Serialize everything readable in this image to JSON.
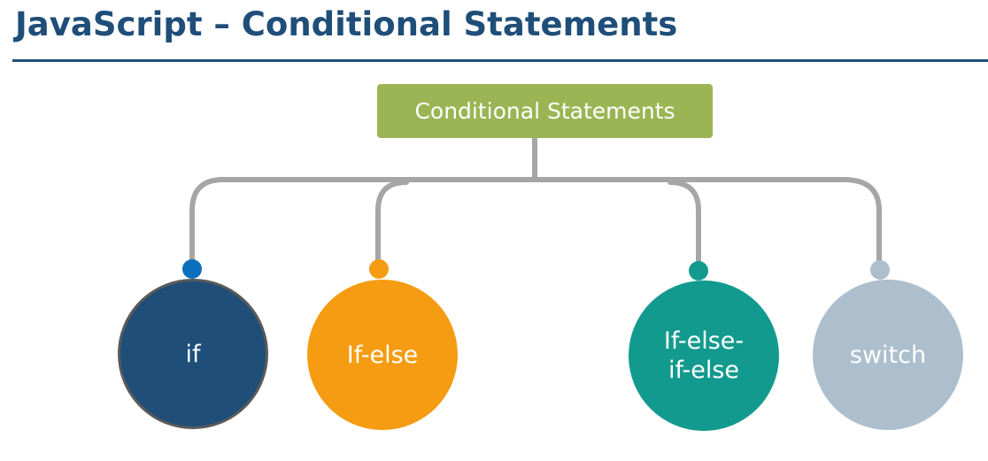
{
  "title": "JavaScript – Conditional Statements",
  "diagram": {
    "root": {
      "label": "Conditional Statements",
      "color": "#9bb554"
    },
    "connector_color": "#a6a6a6",
    "children": [
      {
        "label": "if",
        "color": "#1f4e79",
        "dot_color": "#0a6fbd"
      },
      {
        "label": "If-else",
        "color": "#f59c12",
        "dot_color": "#f59c12"
      },
      {
        "label": "If-else-\nif-else",
        "color": "#139a8e",
        "dot_color": "#139a8e"
      },
      {
        "label": "switch",
        "color": "#adbfcc",
        "dot_color": "#adbfcc"
      }
    ]
  }
}
